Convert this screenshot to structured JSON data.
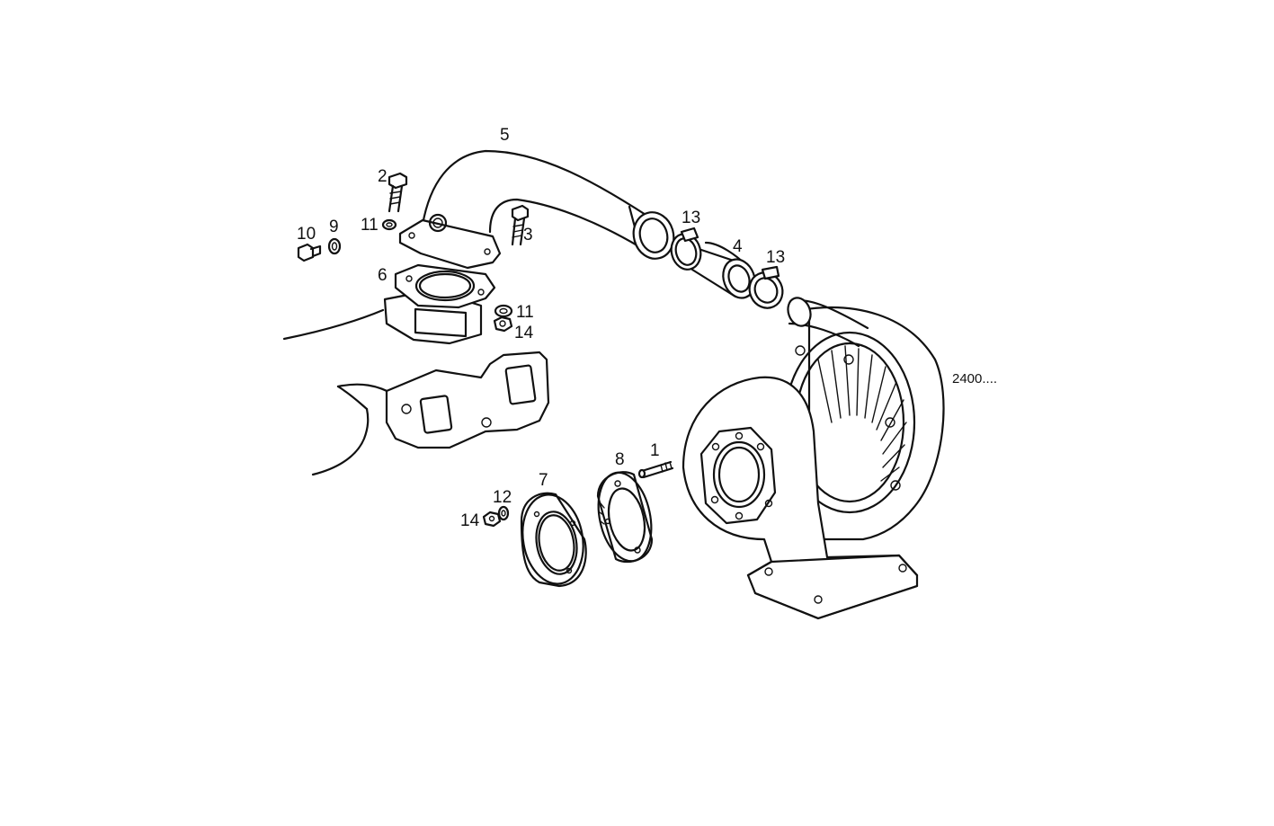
{
  "drawing": {
    "reference_code": "2400....",
    "callouts": {
      "c1": "1",
      "c2": "2",
      "c3": "3",
      "c4": "4",
      "c5": "5",
      "c6": "6",
      "c7": "7",
      "c8": "8",
      "c9": "9",
      "c10": "10",
      "c11a": "11",
      "c11b": "11",
      "c12": "12",
      "c13a": "13",
      "c13b": "13",
      "c14a": "14",
      "c14b": "14"
    }
  }
}
